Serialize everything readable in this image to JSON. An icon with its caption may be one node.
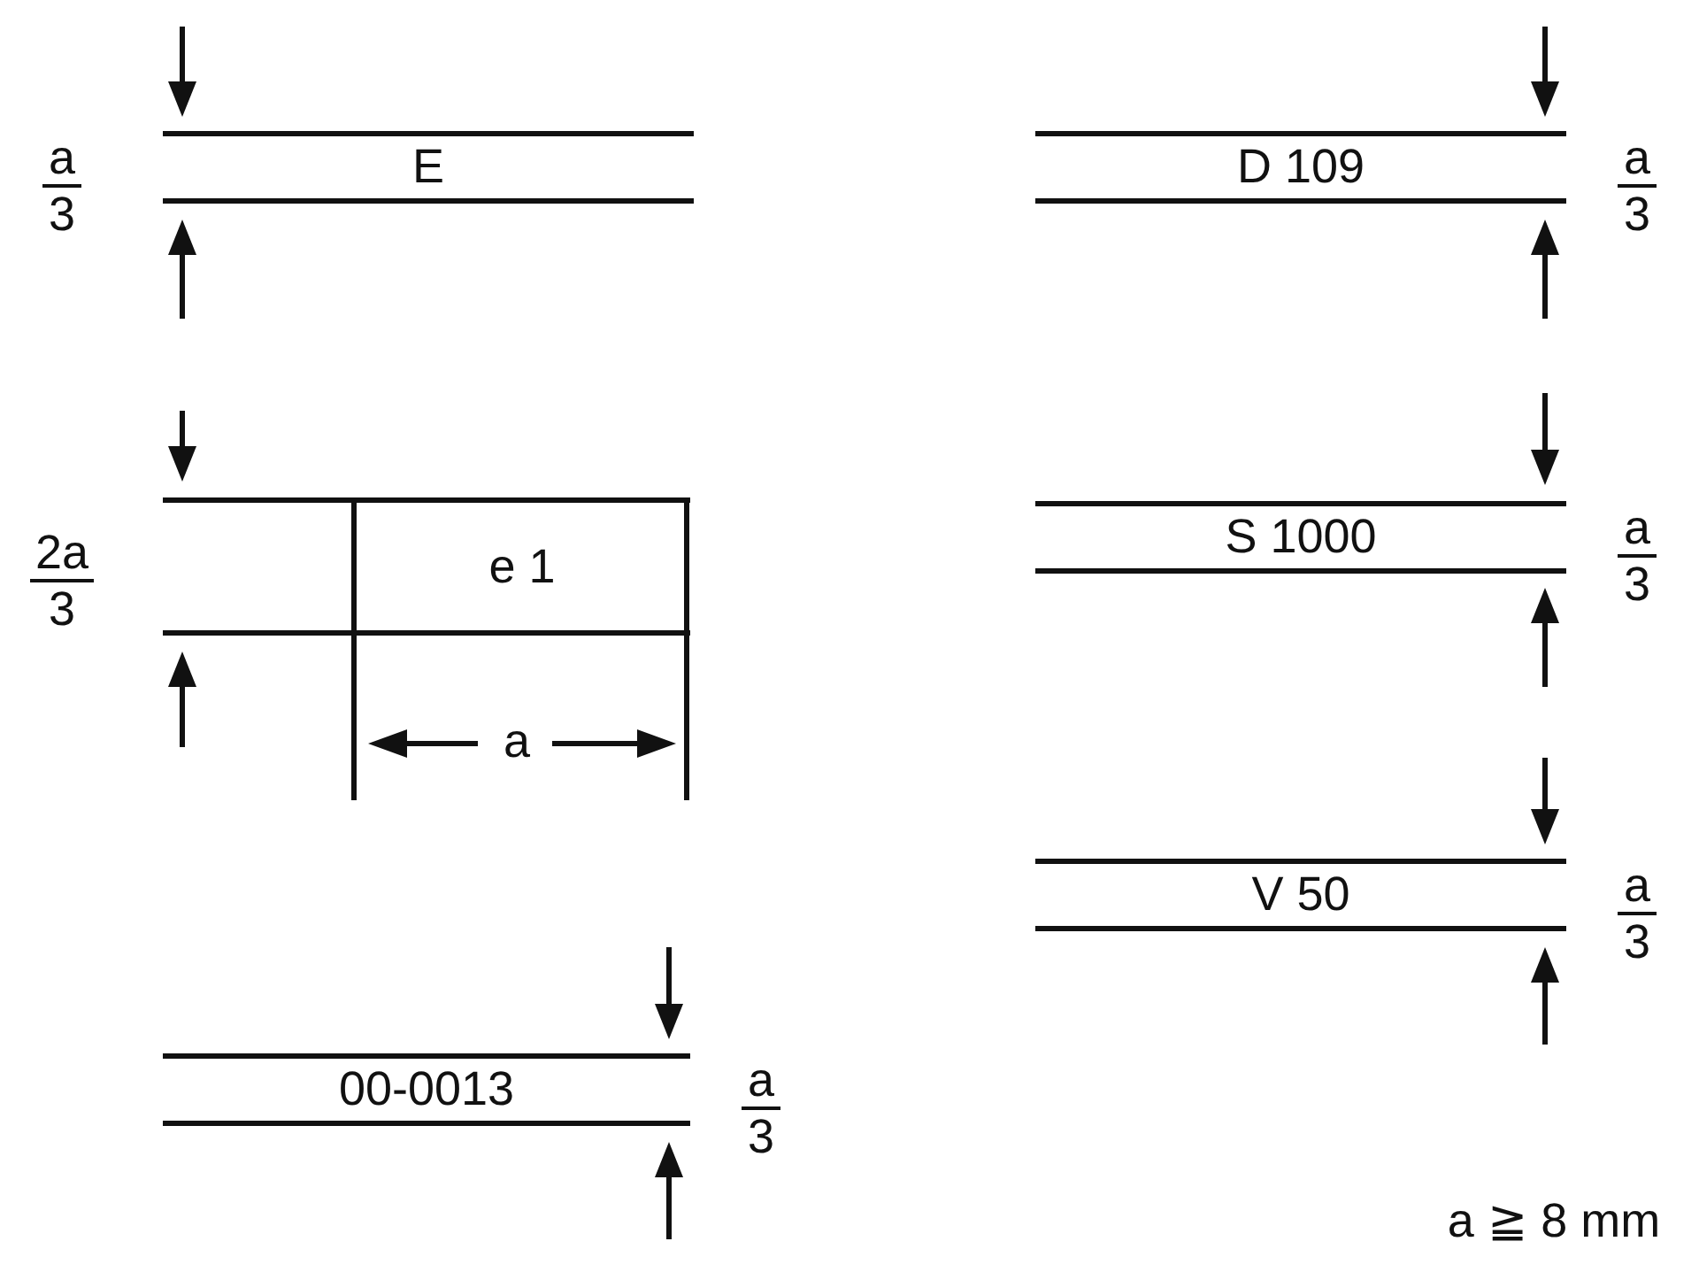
{
  "diagram": {
    "nodes": [
      {
        "text": [
          "E"
        ],
        "beside": [
          "a",
          "3"
        ]
      },
      {
        "text": [
          "D 109"
        ],
        "beside": [
          "a",
          "3"
        ]
      },
      {
        "text": [
          "e 1"
        ],
        "beside": [
          "2a",
          "3"
        ]
      },
      {
        "text": [
          "S 1000"
        ],
        "beside": [
          "a",
          "3"
        ]
      },
      {
        "text": [
          "V 50"
        ],
        "beside": [
          "a",
          "3"
        ]
      },
      {
        "text": [
          "00-0013"
        ],
        "beside": [
          "a",
          "3"
        ]
      }
    ],
    "labels": [
      "a",
      "a ≧ 8 mm"
    ]
  }
}
